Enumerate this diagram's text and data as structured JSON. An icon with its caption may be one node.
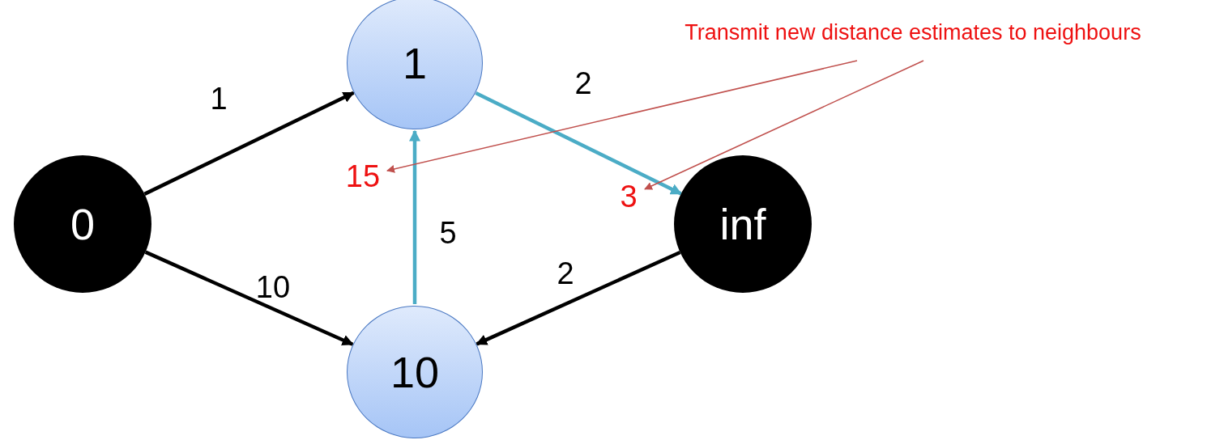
{
  "diagram": {
    "nodes": [
      {
        "text": [
          "0"
        ]
      },
      {
        "text": [
          "1"
        ]
      },
      {
        "text": [
          "inf"
        ]
      },
      {
        "text": [
          "10"
        ]
      },
      {
        "text": [
          "Transmit new distance estimates to neighbours"
        ]
      },
      {
        "text": [
          "15"
        ]
      },
      {
        "text": [
          "3"
        ]
      }
    ],
    "edges": [
      {
        "from": 0,
        "to": 1,
        "arrow": "to",
        "label": "1"
      },
      {
        "from": 0,
        "to": 3,
        "arrow": "to",
        "label": "10"
      },
      {
        "from": 1,
        "to": 2,
        "arrow": "to",
        "label": "2",
        "color": "#4bacc6"
      },
      {
        "from": 3,
        "to": 1,
        "arrow": "to",
        "label": "5",
        "color": "#4bacc6"
      },
      {
        "from": 2,
        "to": 3,
        "arrow": "to",
        "label": "2"
      },
      {
        "from": 4,
        "to": 5,
        "arrow": "to",
        "color": "#c0504d"
      },
      {
        "from": 4,
        "to": 6,
        "arrow": "to",
        "color": "#c0504d"
      }
    ]
  }
}
